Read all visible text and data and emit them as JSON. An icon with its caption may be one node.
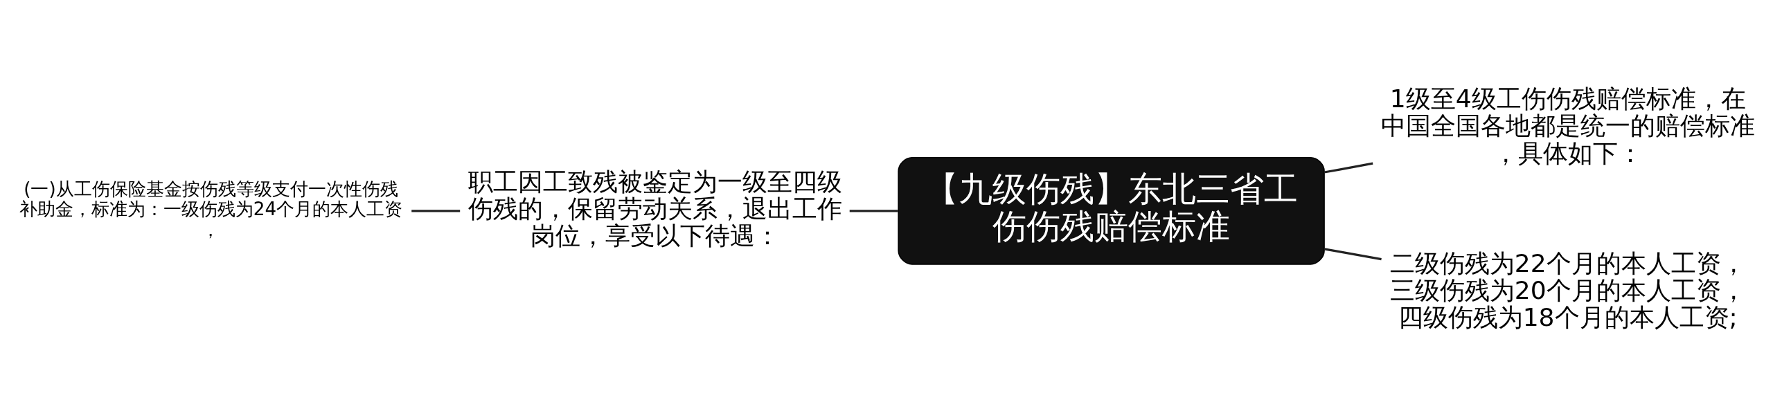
{
  "diagram": {
    "nodes": [
      {
        "text": [
          "【九级伤残】东北三省工伤伤残赔偿标准"
        ]
      },
      {
        "text": [
          "职工因工致残被鉴定为一级至四级伤残的，保留劳动关系，退出工作岗位，享受以下待遇："
        ]
      },
      {
        "text": [
          "(一)从工伤保险基金按伤残等级支付一次性伤残补助金，标准为：一级伤残为24个月的本人工资，"
        ]
      },
      {
        "text": [
          "1级至4级工伤伤残赔偿标准，在中国全国各地都是统一的赔偿标准，具体如下："
        ]
      },
      {
        "text": [
          "二级伤残为22个月的本人工资，三级伤残为20个月的本人工资，四级伤残为18个月的本人工资;"
        ]
      }
    ],
    "edges": [
      {
        "from": 0,
        "to": 1,
        "arrow": "none"
      },
      {
        "from": 1,
        "to": 2,
        "arrow": "none"
      },
      {
        "from": 0,
        "to": 3,
        "arrow": "none"
      },
      {
        "from": 0,
        "to": 4,
        "arrow": "none"
      }
    ]
  }
}
